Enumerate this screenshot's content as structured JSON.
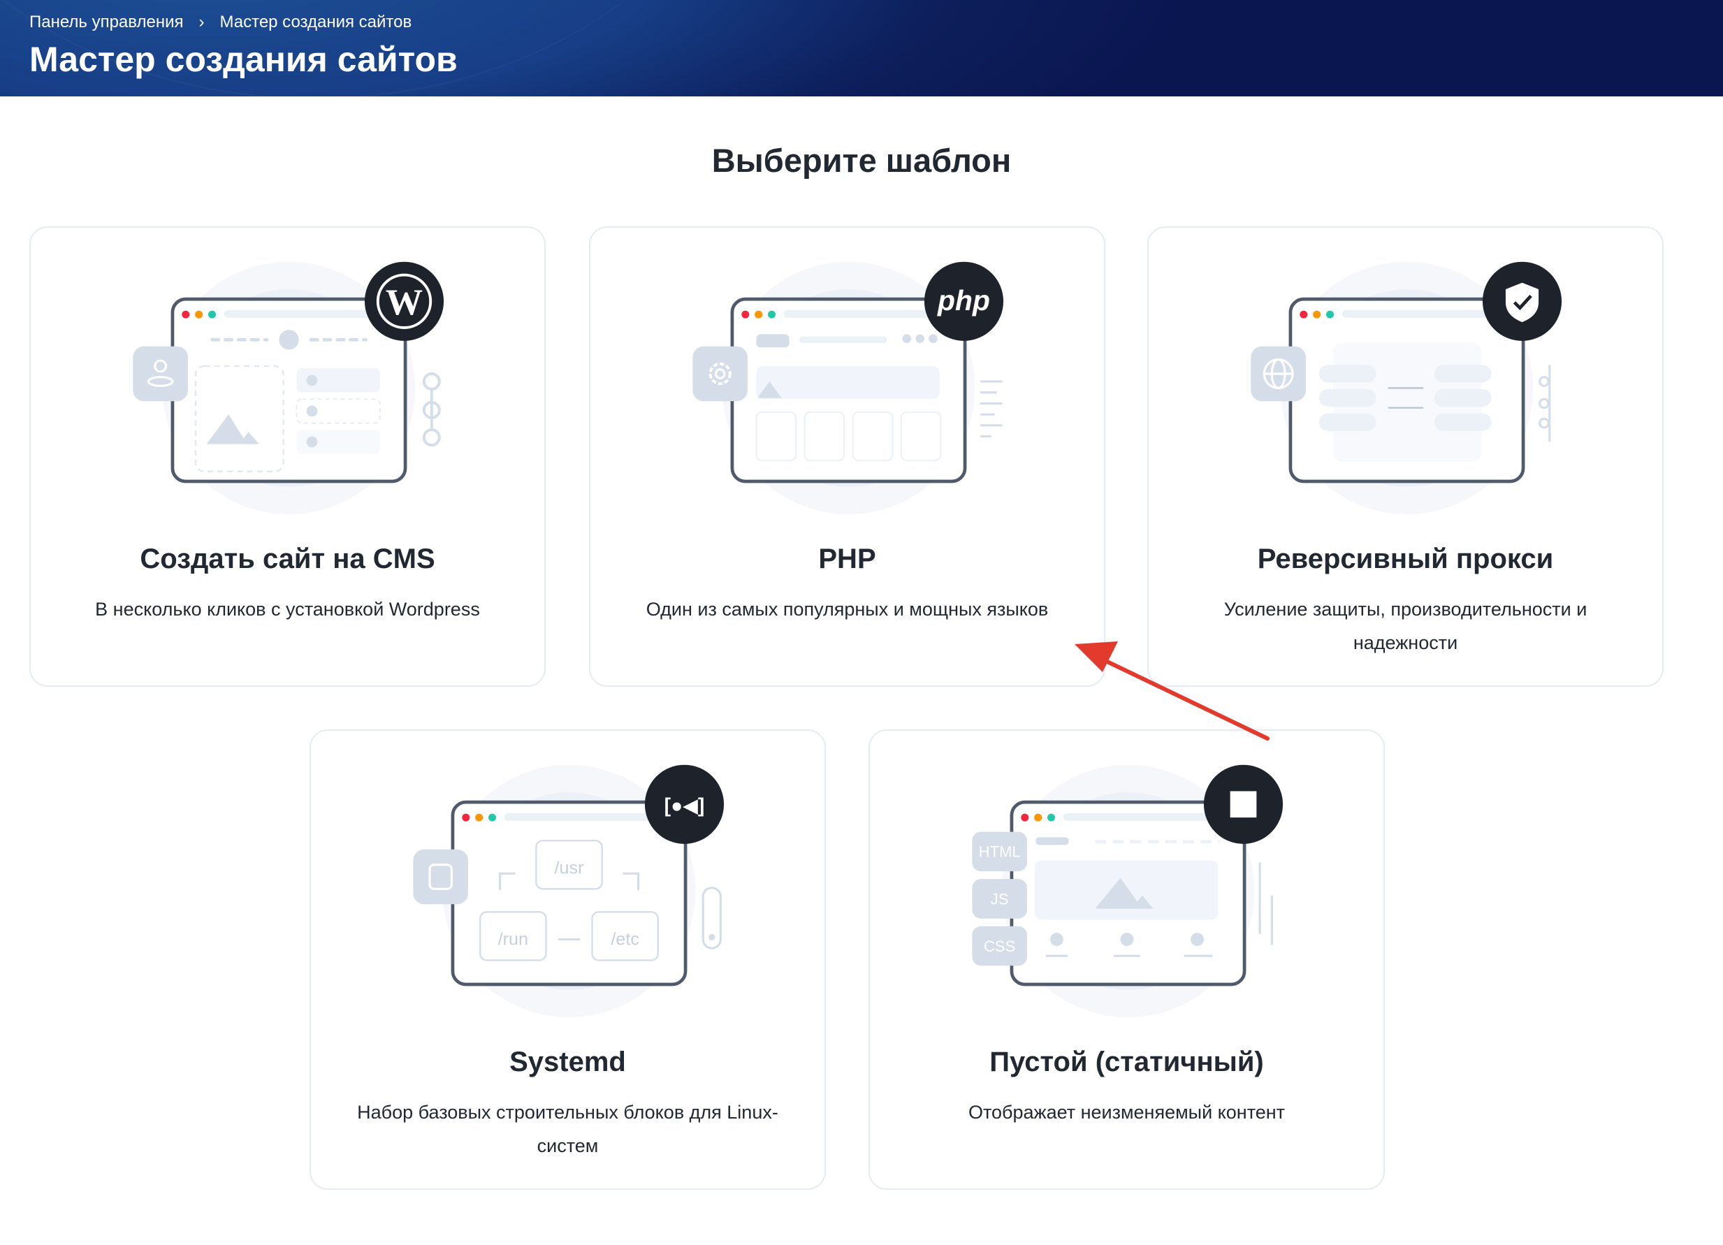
{
  "header": {
    "breadcrumbs": [
      "Панель управления",
      "Мастер создания сайтов"
    ],
    "separator": "›",
    "title": "Мастер создания сайтов"
  },
  "main": {
    "heading": "Выберите шаблон",
    "templates": [
      {
        "title": "Создать сайт на CMS",
        "description": "В несколько кликов с установкой Wordpress",
        "badge_icon": "wordpress-icon"
      },
      {
        "title": "PHP",
        "description": "Один из самых популярных и мощных языков",
        "badge_icon": "php-logo",
        "badge_text": "php"
      },
      {
        "title": "Реверсивный прокси",
        "description": "Усиление защиты, производительности и надежности",
        "badge_icon": "shield-check-icon"
      },
      {
        "title": "Systemd",
        "description": "Набор базовых строительных блоков для Linux-систем",
        "badge_icon": "systemd-icon",
        "badge_text": "[●◀]",
        "folders": [
          "/usr",
          "/run",
          "/etc"
        ]
      },
      {
        "title": "Пустой (статичный)",
        "description": "Отображает неизменяемый контент",
        "badge_icon": "square-icon",
        "tags": [
          "HTML",
          "JS",
          "CSS"
        ]
      }
    ]
  },
  "colors": {
    "header": "#0d1f5c",
    "badge": "#1d222b",
    "annotation_arrow": "#e23b2e"
  }
}
